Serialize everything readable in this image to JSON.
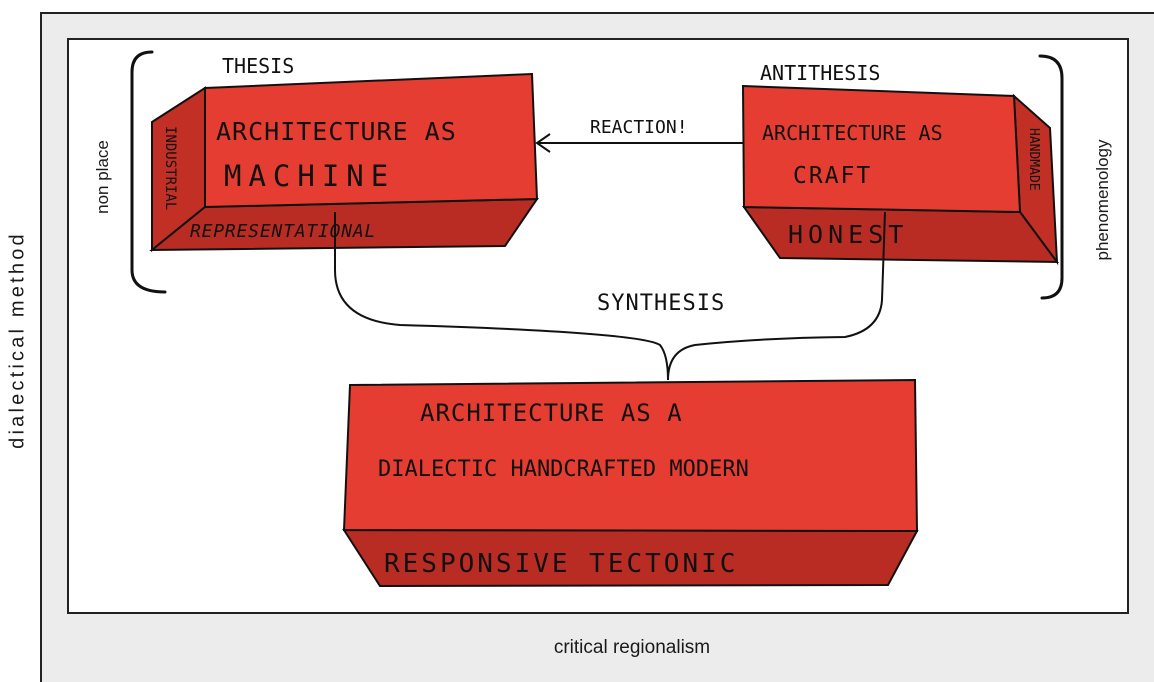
{
  "axes": {
    "vertical_left": "dialectical method",
    "bottom": "critical regionalism",
    "left_bracket_label": "non place",
    "right_bracket_label": "phenomenology"
  },
  "thesis": {
    "heading": "THESIS",
    "line1": "ARCHITECTURE AS",
    "line2": "MACHINE",
    "side": "INDUSTRIAL",
    "bottom": "REPRESENTATIONAL"
  },
  "antithesis": {
    "heading": "ANTITHESIS",
    "line1": "ARCHITECTURE AS",
    "line2": "CRAFT",
    "side": "HANDMADE",
    "bottom": "HONEST"
  },
  "reaction": "REACTION!",
  "synthesis": {
    "heading": "SYNTHESIS",
    "line1": "ARCHITECTURE AS A",
    "line2": "DIALECTIC HANDCRAFTED MODERN",
    "bottom": "RESPONSIVE TECTONIC"
  },
  "colors": {
    "box_face": "#e53d31",
    "box_side": "#c22f25",
    "box_bottom": "#b82c24",
    "outline": "#111111",
    "frame_bg": "#ececec"
  }
}
